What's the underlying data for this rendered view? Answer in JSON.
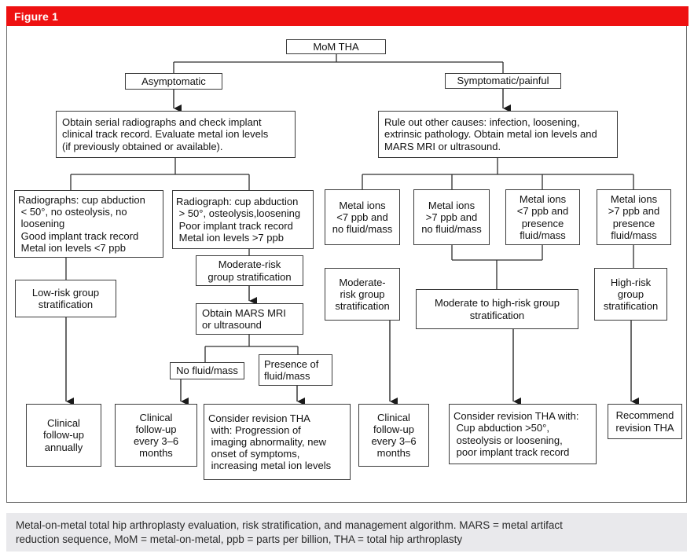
{
  "figure": {
    "label": "Figure 1"
  },
  "colors": {
    "header_red": "#ee1111",
    "caption_bg": "#e9e9ec",
    "box_border": "#3b3b3b",
    "wire": "#2e2e2e"
  },
  "nodes": [
    {
      "id": "mom-tha",
      "text": "MoM THA"
    },
    {
      "id": "asymptomatic",
      "text": "Asymptomatic"
    },
    {
      "id": "symptomatic-painful",
      "text": "Symptomatic/painful"
    },
    {
      "id": "obtain-serial-radiographs",
      "text": "Obtain serial radiographs and check implant\nclinical track record. Evaluate metal ion levels\n(if previously obtained or available)."
    },
    {
      "id": "rule-out-other-causes",
      "text": "Rule out other causes: infection, loosening,\nextrinsic pathology. Obtain metal ion levels and\nMARS MRI or ultrasound."
    },
    {
      "id": "radiographs-low-risk-criteria",
      "text": "Radiographs: cup abduction\n < 50°, no osteolysis, no\n loosening\n Good implant track record\n Metal ion levels <7 ppb"
    },
    {
      "id": "radiograph-high-risk-criteria",
      "text": "Radiograph: cup abduction\n > 50°, osteolysis,loosening\n Poor implant track record\n Metal ion levels >7 ppb"
    },
    {
      "id": "ions-lt7-no-fluid",
      "text": "Metal ions\n<7 ppb and\nno fluid/mass"
    },
    {
      "id": "ions-gt7-no-fluid",
      "text": "Metal ions\n>7 ppb and\nno fluid/mass"
    },
    {
      "id": "ions-lt7-fluid",
      "text": "Metal ions\n<7 ppb and\npresence\nfluid/mass"
    },
    {
      "id": "ions-gt7-fluid",
      "text": "Metal ions\n>7 ppb and\npresence\nfluid/mass"
    },
    {
      "id": "moderate-risk-stratification",
      "text": "Moderate-risk\ngroup stratification"
    },
    {
      "id": "obtain-mars-mri",
      "text": "Obtain MARS MRI\nor ultrasound"
    },
    {
      "id": "low-risk-stratification",
      "text": "Low-risk group\nstratification"
    },
    {
      "id": "moderate-risk-stratification-right",
      "text": "Moderate-\nrisk group\nstratification"
    },
    {
      "id": "moderate-to-high-risk-stratification",
      "text": "Moderate to high-risk group\nstratification"
    },
    {
      "id": "high-risk-stratification",
      "text": "High-risk\ngroup\nstratification"
    },
    {
      "id": "no-fluid-mass",
      "text": "No fluid/mass"
    },
    {
      "id": "presence-of-fluid-mass",
      "text": "Presence of\nfluid/mass"
    },
    {
      "id": "clinical-follow-up-annually",
      "text": "Clinical\nfollow-up\nannually"
    },
    {
      "id": "clinical-follow-up-3-6-left",
      "text": "Clinical\nfollow-up\nevery 3–6\nmonths"
    },
    {
      "id": "consider-revision-tha-progression",
      "text": "Consider revision THA\n with: Progression of\n imaging abnormality, new\n onset of symptoms,\n increasing metal ion levels"
    },
    {
      "id": "clinical-follow-up-3-6-right",
      "text": "Clinical\nfollow-up\nevery 3–6\nmonths"
    },
    {
      "id": "consider-revision-tha-cup",
      "text": "Consider revision THA with:\n Cup abduction >50°,\n osteolysis or loosening,\n poor implant track record"
    },
    {
      "id": "recommend-revision-tha",
      "text": "Recommend\nrevision THA"
    }
  ],
  "caption": "Metal-on-metal total hip arthroplasty evaluation, risk stratification, and management algorithm. MARS = metal artifact\nreduction sequence, MoM = metal-on-metal, ppb = parts per billion, THA = total hip arthroplasty"
}
